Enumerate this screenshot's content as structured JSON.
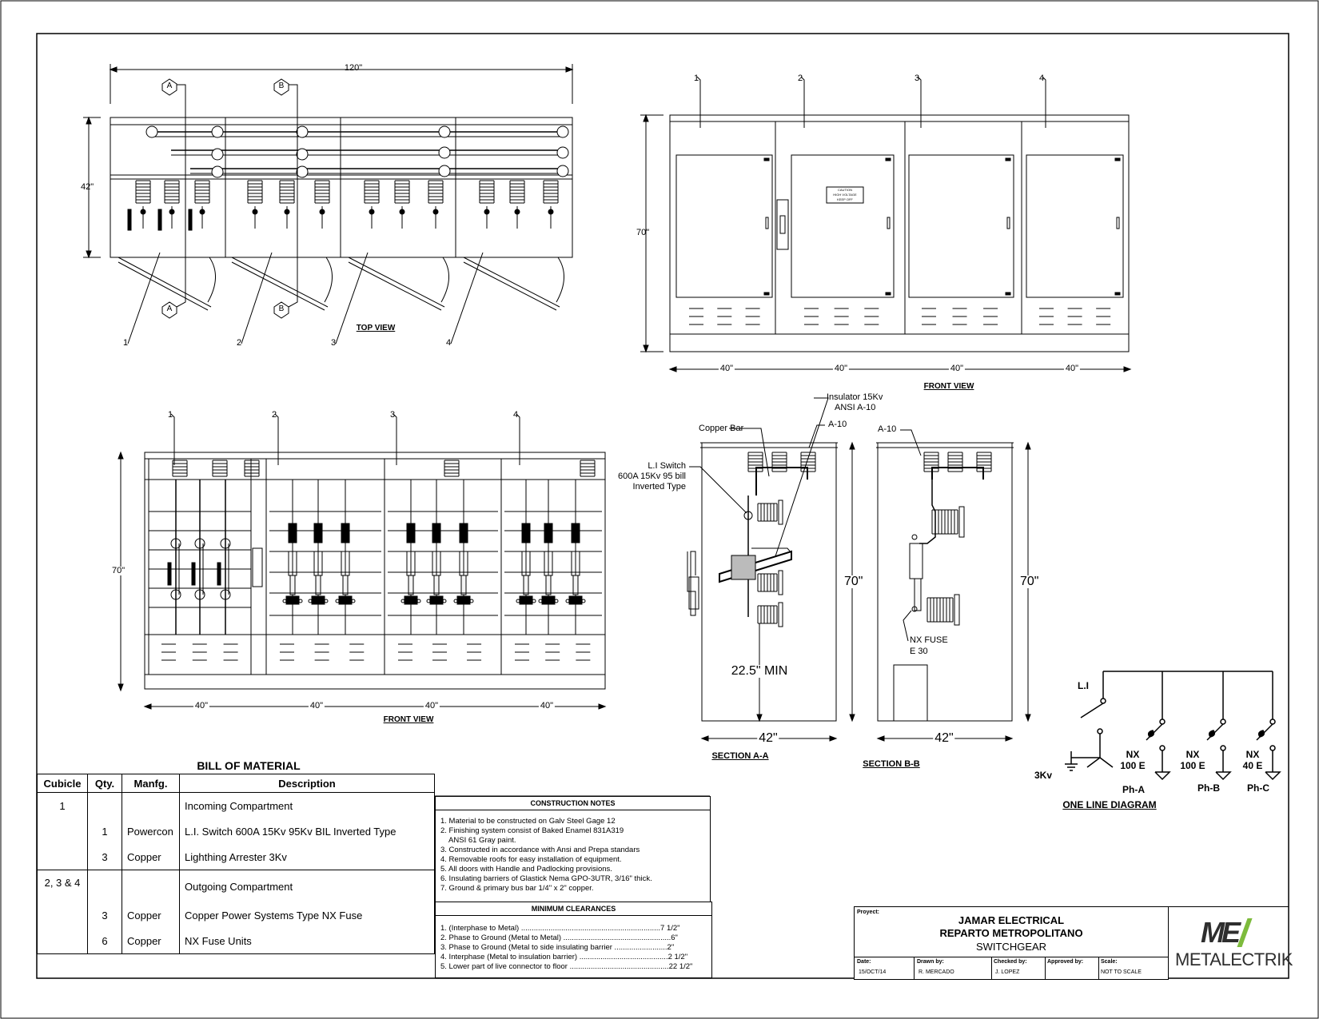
{
  "views": {
    "top": "TOP VIEW",
    "front1": "FRONT VIEW",
    "front2": "FRONT VIEW",
    "secA": "SECTION A-A",
    "secB": "SECTION B-B",
    "oneline": "ONE LINE DIAGRAM"
  },
  "dims": {
    "w120": "120\"",
    "h42": "42\"",
    "h70": "70\"",
    "w40": "40\"",
    "sec70": "70\"",
    "sec42": "42\"",
    "min": "22.5\" MIN"
  },
  "markers": {
    "a": "A",
    "b": "B",
    "n1": "1",
    "n2": "2",
    "n3": "3",
    "n4": "4"
  },
  "callouts": {
    "insulator1": "Insulator 15Kv",
    "insulator2": "ANSI A-10",
    "a10": "A-10",
    "copperBar": "Copper Bar",
    "switch1": "L.I Switch",
    "switch2": "600A 15Kv 95 bill",
    "switch3": "Inverted Type",
    "fuse1": "NX FUSE",
    "fuse2": "E 30"
  },
  "oneLine": {
    "li": "L.I",
    "kv": "3Kv",
    "nx": "NX",
    "e100": "100 E",
    "e40": "40 E",
    "phA": "Ph-A",
    "phB": "Ph-B",
    "phC": "Ph-C"
  },
  "bom": {
    "title": "BILL OF MATERIAL",
    "headers": [
      "Cubicle",
      "Qty.",
      "Manfg.",
      "Description"
    ],
    "rows": [
      {
        "cubicle": "1",
        "qty": "",
        "manfg": "",
        "desc": "Incoming Compartment"
      },
      {
        "cubicle": "",
        "qty": "1",
        "manfg": "Powercon",
        "desc": "L.I. Switch 600A 15Kv  95Kv BIL Inverted Type"
      },
      {
        "cubicle": "",
        "qty": "3",
        "manfg": "Copper",
        "desc": "Lighthing Arrester 3Kv"
      },
      {
        "cubicle": "2, 3 & 4",
        "qty": "",
        "manfg": "",
        "desc": "Outgoing Compartment"
      },
      {
        "cubicle": "",
        "qty": "3",
        "manfg": "Copper",
        "desc": "Copper Power Systems Type NX Fuse"
      },
      {
        "cubicle": "",
        "qty": "6",
        "manfg": "Copper",
        "desc": "NX Fuse Units"
      }
    ]
  },
  "construction": {
    "title": "CONSTRUCTION NOTES",
    "notes": [
      "1. Material to be constructed on Galv Steel Gage 12",
      "2. Finishing system consist of Baked Enamel 831A319",
      "    ANSI 61 Gray paint.",
      "3. Constructed in accordance with Ansi and Prepa standars",
      "4. Removable roofs for easy installation of equipment.",
      "5. All doors with Handle and Padlocking provisions.",
      "6. Insulating barriers of Glastick Nema GPO-3UTR, 3/16\" thick.",
      "7. Ground & primary bus bar 1/4\" x 2\" copper."
    ]
  },
  "clearances": {
    "title": "MINIMUM CLEARANCES",
    "items": [
      "1. (Interphase to Metal) ..................................................................7 1/2\"",
      "2. Phase to Ground (Metal to Metal) ...................................................6\"",
      "3. Phase to Ground (Metal to side insulating barrier .........................2\"",
      "4. Interphase (Metal to insulation barrier) ..........................................2 1/2\"",
      "5. Lower part of live connector to floor ...............................................22 1/2\""
    ]
  },
  "titleBlock": {
    "projectLabel": "Proyect:",
    "company": "JAMAR ELECTRICAL",
    "project": "REPARTO METROPOLITANO",
    "subject": "SWITCHGEAR",
    "dateLabel": "Date:",
    "date": "15/OCT/14",
    "drawnLabel": "Drawn by:",
    "drawn": "R. MERCADO",
    "checkedLabel": "Checked by:",
    "checked": "J. LOPEZ",
    "approvedLabel": "Approved by:",
    "approved": "",
    "scaleLabel": "Scale:",
    "scale": "NOT TO SCALE"
  },
  "logo": {
    "mark": "ME",
    "name": "METALECTRIK",
    "color": "#2e2e2e",
    "accent": "#7dbb3c"
  },
  "caution": {
    "line1": "CAUTION",
    "line2": "HIGH VOLTAGE",
    "line3": "KEEP OFF"
  }
}
